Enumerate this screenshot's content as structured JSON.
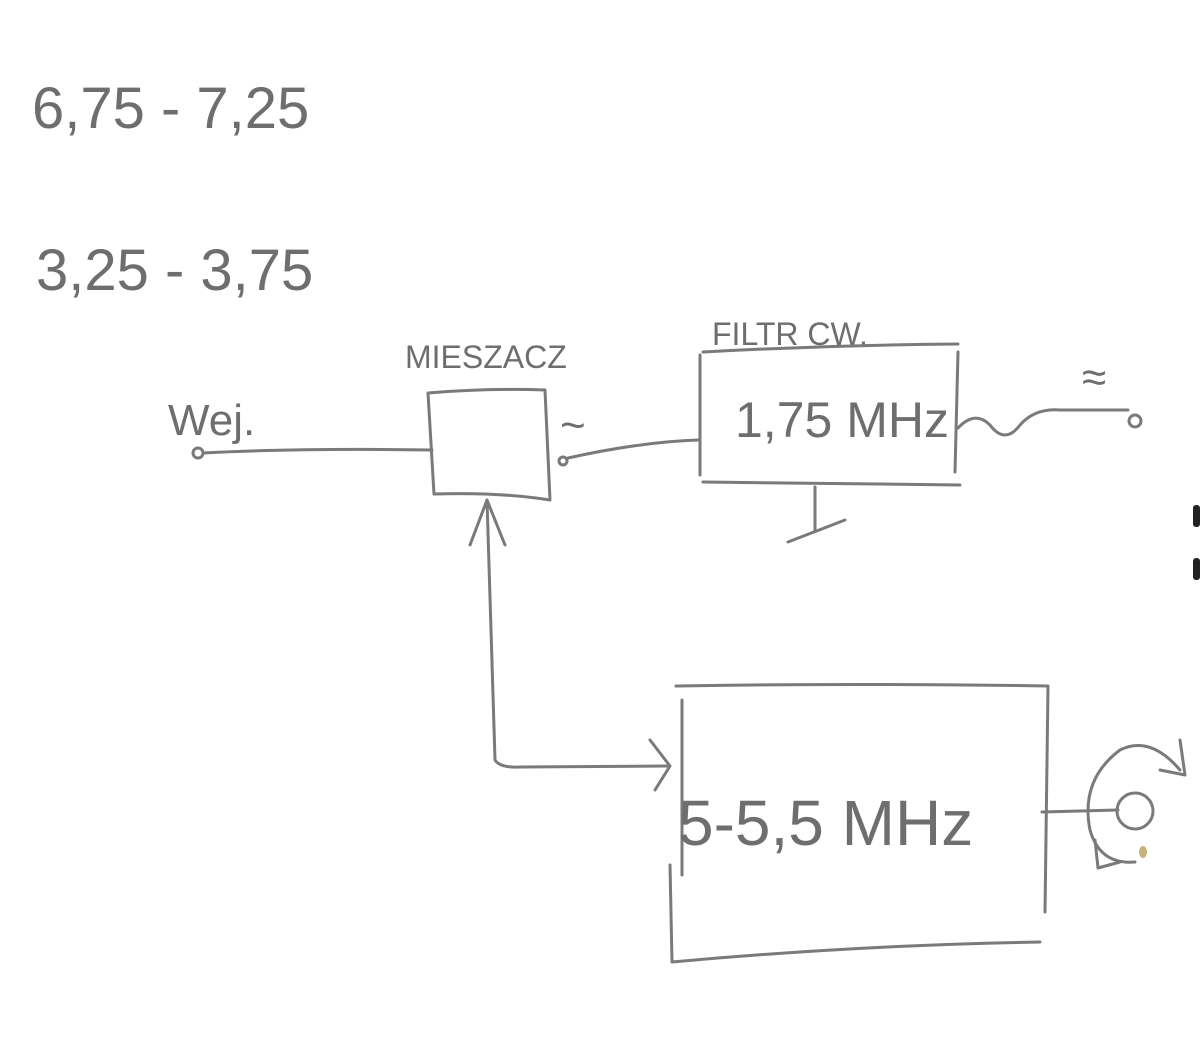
{
  "notes": {
    "range_top": "6,75 - 7,25",
    "range_bottom": "3,25 - 3,75"
  },
  "input": {
    "label": "Wej."
  },
  "mixer": {
    "label": "MIESZACZ",
    "output_symbol": "~"
  },
  "filter": {
    "title": "FILTR CW.",
    "frequency": "1,75 MHz",
    "output_symbol": "≈"
  },
  "oscillator": {
    "frequency": "5-5,5 MHz"
  },
  "colors": {
    "pencil": "#7a7a7a",
    "paper": "#ffffff"
  }
}
